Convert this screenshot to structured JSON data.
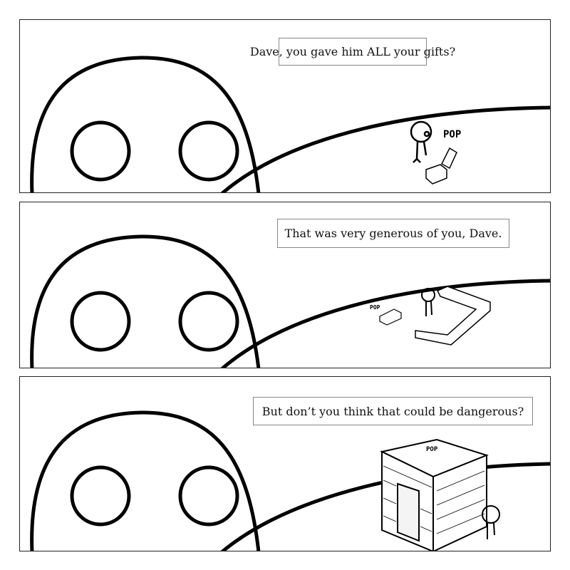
{
  "panels": [
    {
      "caption": "Dave, you gave him ALL your gifts?",
      "sound": "POP"
    },
    {
      "caption": "That was very generous of you, Dave.",
      "sound": "POP"
    },
    {
      "caption": "But don’t you think that could be dangerous?",
      "sound": "POP"
    }
  ]
}
